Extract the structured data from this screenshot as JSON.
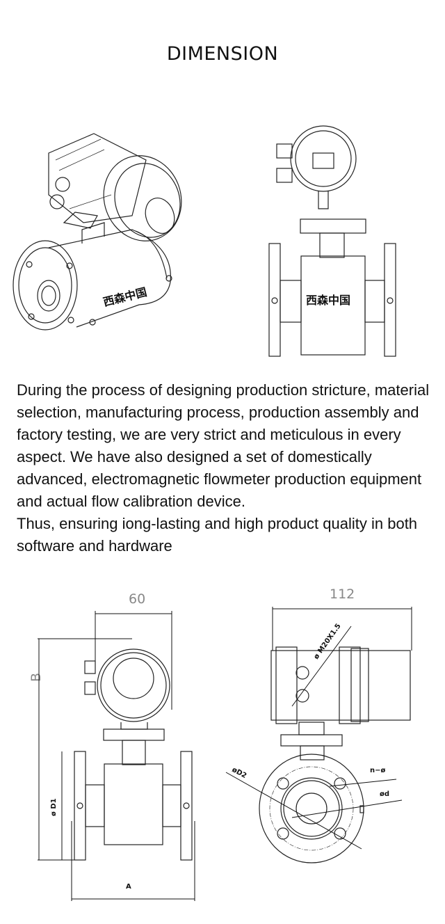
{
  "header": {
    "title": "DIMENSION"
  },
  "drawings": {
    "body_marking": "西森中国",
    "dimensions": {
      "width_front": "60",
      "width_side": "112",
      "height": "B",
      "flange_diameter": "ø D1",
      "length": "A",
      "bolt_circle": "øD2",
      "bolt_holes": "n−ø",
      "bore": "ød",
      "thread": "ø M20X1.5"
    }
  },
  "description": {
    "paragraphs": [
      "During the process of designing production stricture, material selection, manufacturing process, production assembly and factory testing, we are very strict and meticulous in every aspect. We have also designed a set of domestically advanced, electromagnetic flowmeter production equipment and actual flow calibration device.",
      "Thus, ensuring iong-lasting and high product quality in both software and hardware"
    ]
  }
}
